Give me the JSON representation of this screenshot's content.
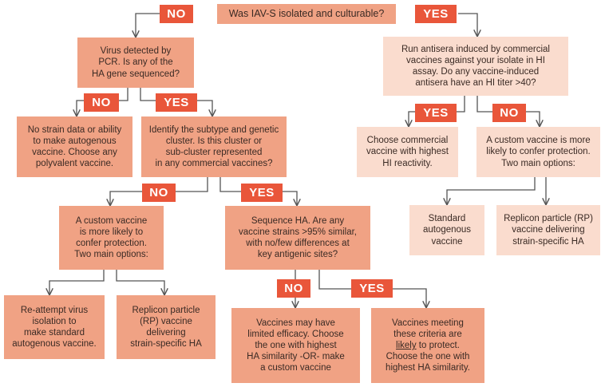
{
  "colors": {
    "dark_box": "#f0a284",
    "light_box": "#fadcce",
    "tag": "#e9563a",
    "line": "#555555"
  },
  "labels": {
    "no": "NO",
    "yes": "YES"
  },
  "nodes": {
    "root": "Was IAV-S isolated and culturable?",
    "pcr": "Virus detected by\nPCR. Is any of the\nHA gene sequenced?",
    "run_antisera": "Run antisera induced by commercial\nvaccines against your isolate in HI\nassay. Do any vaccine-induced\nantisera have an HI titer >40?",
    "no_strain": "No strain data or ability\nto make autogenous\nvaccine. Choose any\npolyvalent vaccine.",
    "identify": "Identify the subtype and genetic\ncluster. Is this cluster or\nsub-cluster represented\nin any commercial vaccines?",
    "choose_commercial": "Choose commercial\nvaccine with highest\nHI reactivity.",
    "custom_right": "A custom vaccine is more\nlikely to confer protection.\nTwo main options:",
    "custom_left": "A custom vaccine\nis more likely to\nconfer protection.\nTwo main options:",
    "sequence_ha": "Sequence HA. Are any\nvaccine strains >95% similar,\nwith no/few differences at\nkey antigenic sites?",
    "standard_autogenous": "Standard\nautogenous\nvaccine",
    "replicon_right": "Replicon particle (RP)\nvaccine delivering\nstrain-specific HA",
    "reattempt": "Re-attempt virus\nisolation to\nmake standard\nautogenous vaccine.",
    "replicon_left": "Replicon particle\n(RP) vaccine\ndelivering\nstrain-specific HA",
    "limited_efficacy": "Vaccines may have\nlimited efficacy. Choose\nthe one with highest\nHA similarity -OR- make\na custom vaccine",
    "meeting_pre": "Vaccines meeting\nthese criteria are",
    "meeting_underlined": "likely",
    "meeting_post": " to protect.\nChoose the one with\nhighest HA similarity."
  }
}
